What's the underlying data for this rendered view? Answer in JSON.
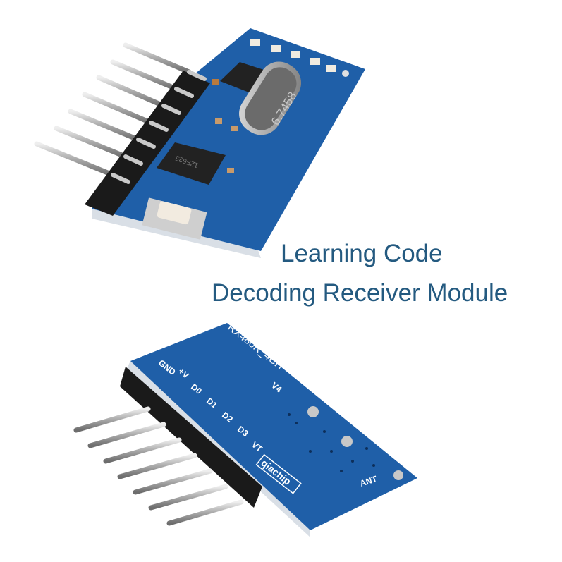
{
  "caption": {
    "line1": "Learning Code",
    "line2": "Decoding Receiver Module"
  },
  "top_module": {
    "crystal_marking": "6.7458",
    "chip_marking": "12F625"
  },
  "bottom_module": {
    "model": "RX480R_4CH",
    "version": "V4",
    "pins": [
      "GND",
      "+V",
      "D0",
      "D1",
      "D2",
      "D3",
      "VT"
    ],
    "brand": "qiachip",
    "antenna_label": "ANT"
  },
  "colors": {
    "pcb": "#1f5fa8",
    "caption": "#245a80",
    "header": "#1a1a1a",
    "pin": "#b8b8b8"
  }
}
